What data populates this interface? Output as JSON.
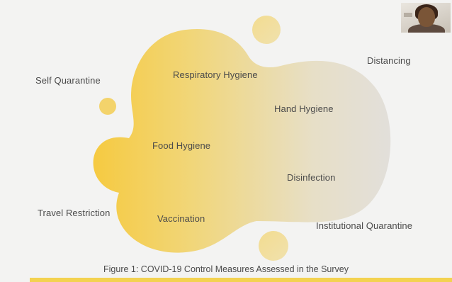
{
  "diagram": {
    "measures": [
      "Distancing",
      "Self Quarantine",
      "Respiratory Hygiene",
      "Hand Hygiene",
      "Food Hygiene",
      "Disinfection",
      "Travel Restriction",
      "Vaccination",
      "Institutional Quarantine"
    ],
    "caption": "Figure 1: COVID-19 Control Measures Assessed in the Survey"
  },
  "colors": {
    "blob_start": "#f5c93e",
    "blob_end": "#e4e1dc",
    "accent_bar": "#f3d250",
    "text": "#4b4b4b",
    "background": "#f3f3f2"
  },
  "webcam": {
    "icon": "participant-video-thumbnail"
  }
}
